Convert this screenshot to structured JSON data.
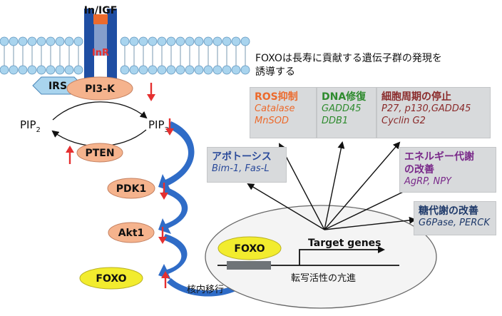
{
  "ligand": "In/IGF",
  "receptor": "InR",
  "nodes": {
    "irs": "IRS",
    "pi3k": "PI3-K",
    "pip2": "PIP",
    "pip2_sub": "2",
    "pip3": "PIP",
    "pip3_sub": "3",
    "pten": "PTEN",
    "pdk1": "PDK1",
    "akt1": "Akt1",
    "foxo": "FOXO",
    "foxo_nucleus": "FOXO",
    "target_genes": "Target genes"
  },
  "labels": {
    "translocation": "核内移行",
    "transcription": "転写活性の亢進",
    "headline_line1": "FOXOは長寿に貢献する遺伝子群の発現を",
    "headline_line2": "誘導する"
  },
  "boxes": {
    "ros": {
      "title": "ROS抑制",
      "genes1": "Catalase",
      "genes2": "MnSOD"
    },
    "dna": {
      "title": "DNA修復",
      "genes1": "GADD45",
      "genes2": "DDB1"
    },
    "cell": {
      "title": "細胞周期の停止",
      "genes1": "P27, p130,GADD45",
      "genes2": "Cyclin G2"
    },
    "apoptosis": {
      "title": "アポトーシス",
      "genes1": "Bim-1, Fas-L"
    },
    "energy": {
      "title1": "エネルギー代謝",
      "title2": "の改善",
      "genes1": "AgRP,  NPY"
    },
    "glucose": {
      "title": "糖代謝の改善",
      "genes1": "G6Pase, PERCK"
    }
  },
  "colors": {
    "membrane_head": "#a9d4ee",
    "receptor": "#1f4ea3",
    "ligand": "#ec6a2c",
    "node_fill": "#f5b38d",
    "foxo_fill": "#f2ec2e",
    "irs_fill": "#a9d4ee",
    "flow_arrow": "#2f6cc7",
    "down_arrow": "#e53030"
  }
}
